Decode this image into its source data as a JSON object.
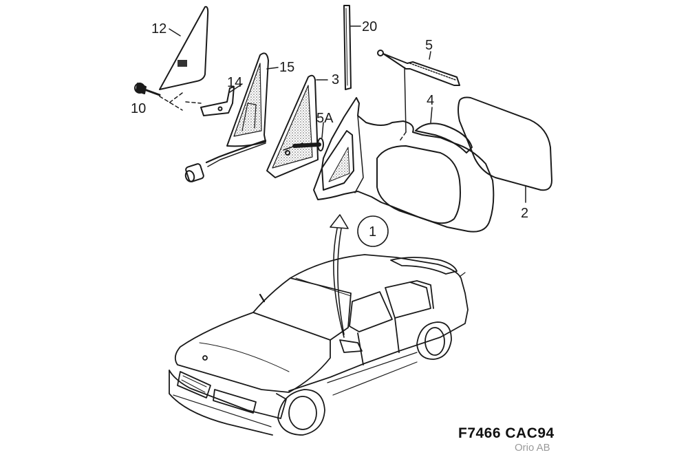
{
  "diagram": {
    "callouts": {
      "c1": "1",
      "c2": "2",
      "c3": "3",
      "c4": "4",
      "c5": "5",
      "c5a": "5A",
      "c10": "10",
      "c12": "12",
      "c14": "14",
      "c15": "15",
      "c20": "20"
    },
    "reference_code": "F7466 CAC94",
    "credit": "Orio AB"
  },
  "colors": {
    "line": "#1a1a1a",
    "hatch": "#555555",
    "background": "#ffffff"
  }
}
